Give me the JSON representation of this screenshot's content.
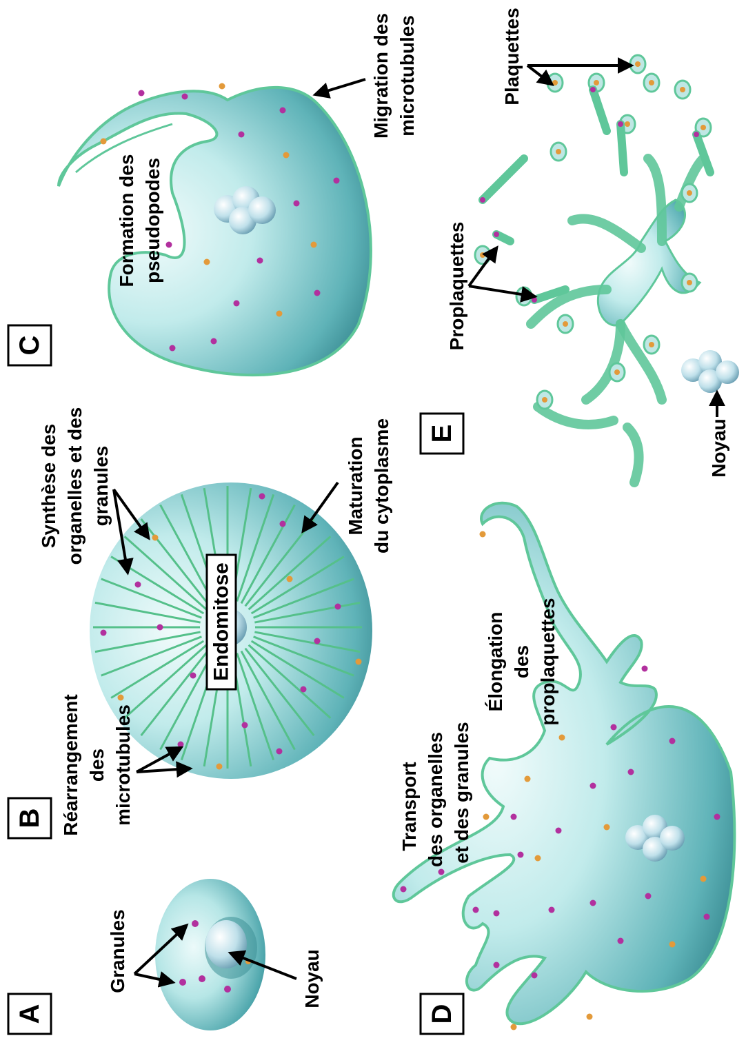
{
  "panels": {
    "a": "A",
    "b": "B",
    "c": "C",
    "d": "D",
    "e": "E"
  },
  "labels": {
    "granules": "Granules",
    "noyau_a": "Noyau",
    "rearrangement": [
      "Réarrangement",
      "des",
      "microtubules"
    ],
    "endomitose": "Endomitose",
    "synthese": [
      "Synthèse des",
      "organelles et des",
      "granules"
    ],
    "maturation": [
      "Maturation",
      "du cytoplasme"
    ],
    "formation": [
      "Formation des",
      "pseudopodes"
    ],
    "migration": [
      "Migration des",
      "microtubules"
    ],
    "transport": [
      "Transport",
      "des organelles",
      "et des granules"
    ],
    "elongation": [
      "Élongation",
      "des",
      "proplaquettes"
    ],
    "proplaquettes": "Proplaquettes",
    "plaquettes": "Plaquettes",
    "noyau_e": "Noyau"
  },
  "colors": {
    "cell_fill": "#aee3e4",
    "cell_dark": "#2f7f86",
    "membrane": "#5fc79a",
    "granule_purple": "#b2309e",
    "granule_orange": "#e39a3a",
    "nucleus": "#cfe7ee",
    "ink": "#000000"
  }
}
